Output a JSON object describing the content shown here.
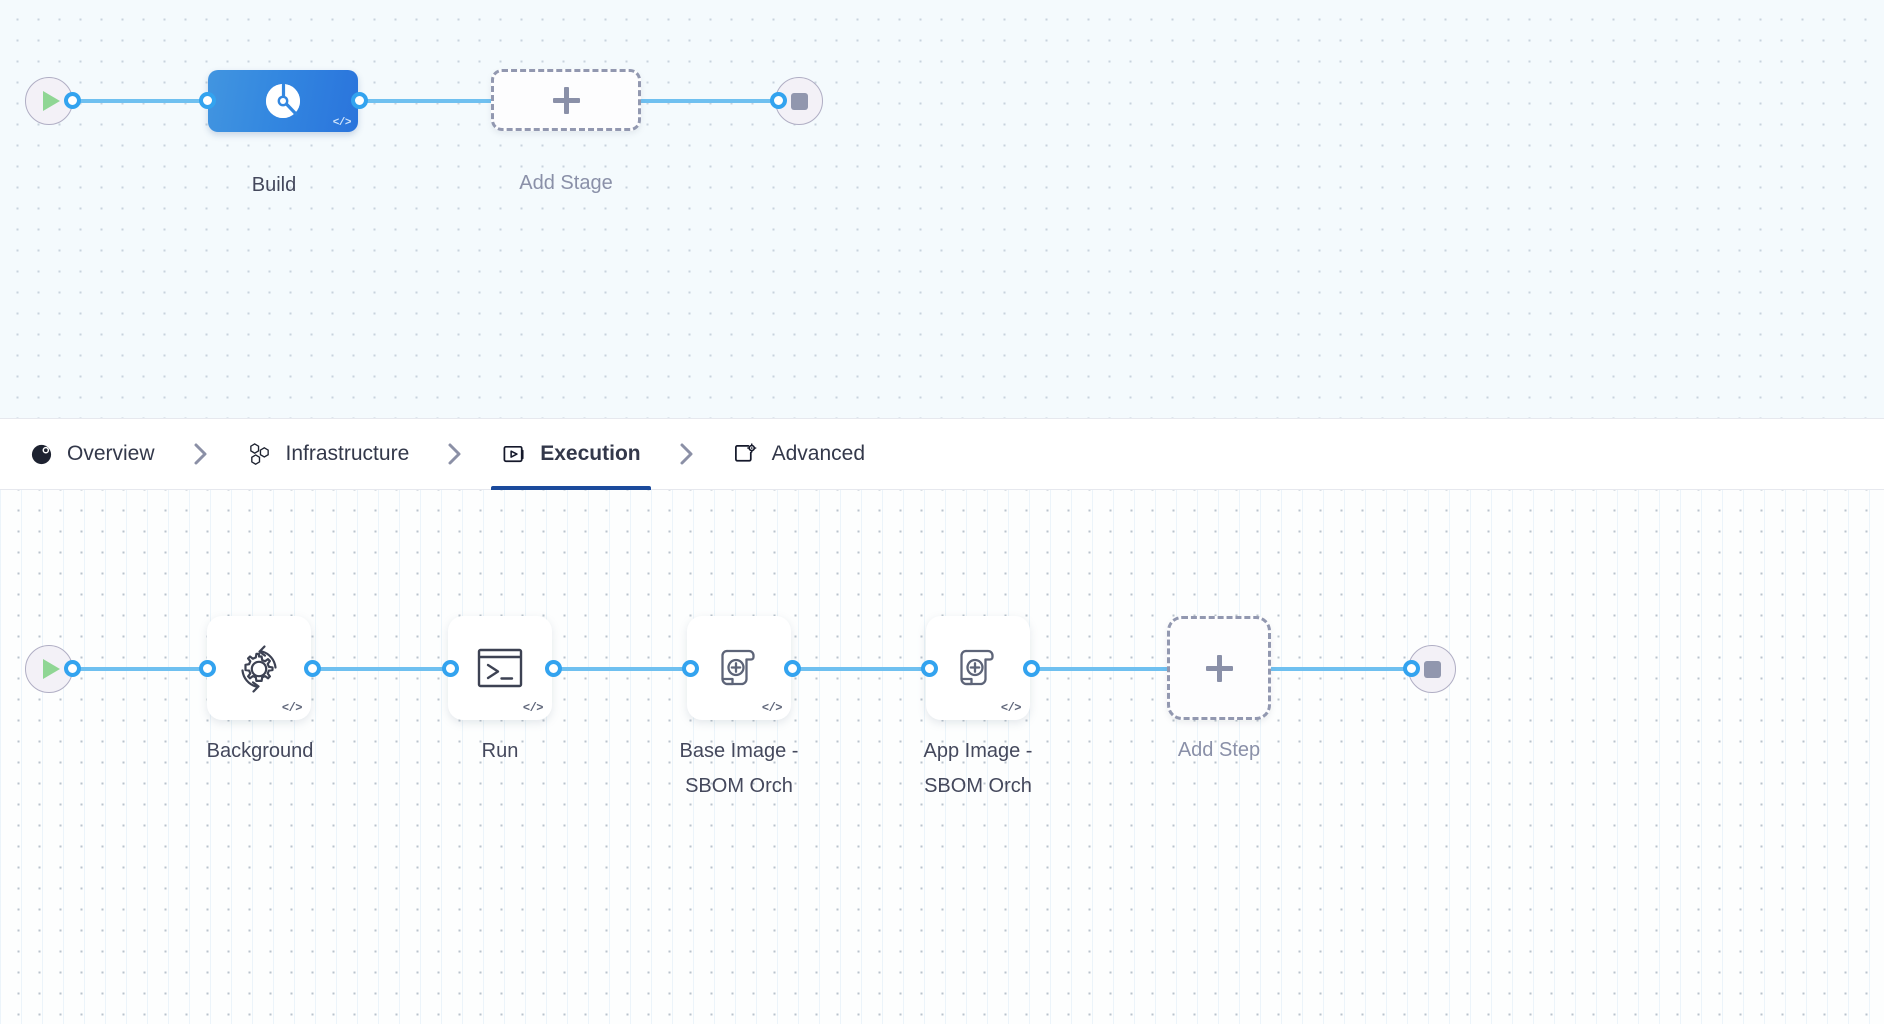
{
  "stage_canvas": {
    "start_node": {
      "name": "pipeline-start",
      "icon": "play-icon"
    },
    "end_node": {
      "name": "pipeline-end",
      "icon": "stop-icon"
    },
    "stages": [
      {
        "label": "Build",
        "icon": "harness-ci-icon",
        "badge": "</>",
        "selected": true
      }
    ],
    "add_stage": {
      "label": "Add Stage",
      "icon": "plus-icon"
    }
  },
  "tabs": {
    "separator_icon": "chevron-right-icon",
    "items": [
      {
        "label": "Overview",
        "icon": "overview-pie-icon",
        "active": false
      },
      {
        "label": "Infrastructure",
        "icon": "hexagon-cluster-icon",
        "active": false
      },
      {
        "label": "Execution",
        "icon": "play-box-icon",
        "active": true
      },
      {
        "label": "Advanced",
        "icon": "card-gear-icon",
        "active": false
      }
    ]
  },
  "step_canvas": {
    "start_node": {
      "name": "execution-start",
      "icon": "play-icon"
    },
    "end_node": {
      "name": "execution-end",
      "icon": "stop-icon"
    },
    "steps": [
      {
        "label": "Background",
        "icon": "gear-refresh-icon",
        "badge": "</>"
      },
      {
        "label": "Run",
        "icon": "terminal-icon",
        "badge": "</>"
      },
      {
        "label": "Base Image -\nSBOM Orch",
        "icon": "sbom-scroll-icon",
        "badge": "</>"
      },
      {
        "label": "App Image -\nSBOM Orch",
        "icon": "sbom-scroll-icon",
        "badge": "</>"
      }
    ],
    "add_step": {
      "label": "Add Step",
      "icon": "plus-icon"
    }
  },
  "colors": {
    "wire": "#6fc0f0",
    "port": "#33a3ef",
    "stage_selected": "#3387e0",
    "tab_active_underline": "#1b4a9c",
    "play_green": "#8fd694",
    "stop_gray": "#9197ae"
  }
}
